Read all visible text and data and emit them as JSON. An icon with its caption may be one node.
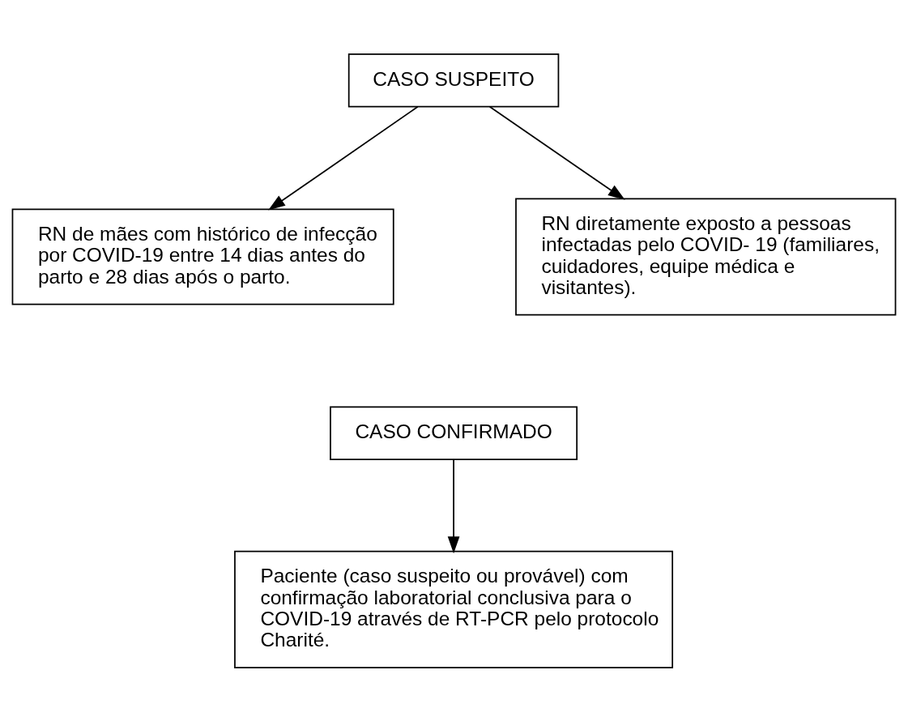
{
  "diagram": {
    "nodes": [
      {
        "text": [
          "CASO SUSPEITO"
        ]
      },
      {
        "text": [
          "RN de mães com histórico de infecção por COVID-19 entre 14 dias antes do parto e 28 dias após o parto."
        ]
      },
      {
        "text": [
          "RN diretamente exposto a pessoas infectadas pelo COVID- 19 (familiares, cuidadores, equipe médica e visitantes)."
        ]
      },
      {
        "text": [
          "CASO CONFIRMADO"
        ]
      },
      {
        "text": [
          "Paciente (caso suspeito ou provável) com confirmação laboratorial conclusiva para o COVID-19 através de RT-PCR pelo protocolo Charité."
        ]
      }
    ],
    "edges": [
      {
        "from": 0,
        "to": 1,
        "arrow": "to"
      },
      {
        "from": 0,
        "to": 2,
        "arrow": "to"
      },
      {
        "from": 3,
        "to": 4,
        "arrow": "to"
      }
    ]
  }
}
